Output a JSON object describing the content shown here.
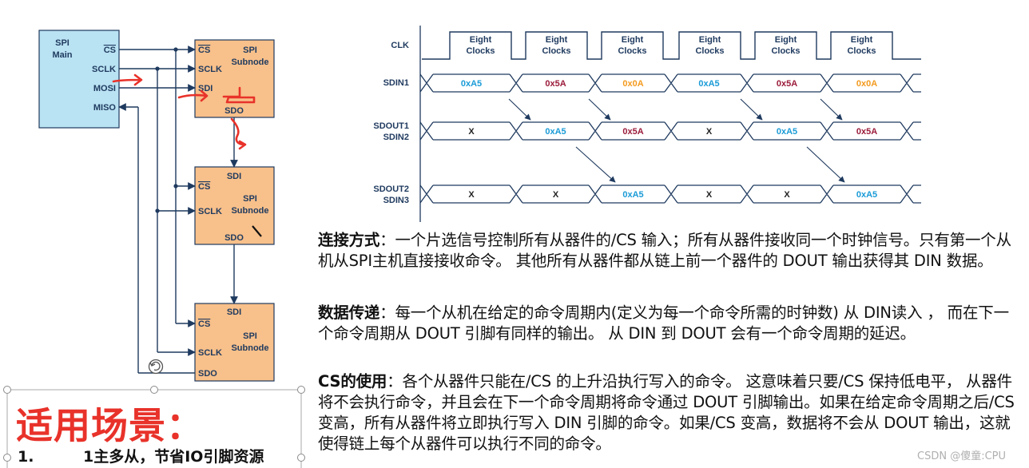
{
  "left_diagram": {
    "main": {
      "label_line1": "SPI",
      "label_line2": "Main",
      "cs": "CS",
      "sclk": "SCLK",
      "mosi": "MOSI",
      "miso": "MISO"
    },
    "subnode1": {
      "cs": "CS",
      "sclk": "SCLK",
      "sdi": "SDI",
      "sdo": "SDO",
      "label_line1": "SPI",
      "label_line2": "Subnode"
    },
    "subnode2": {
      "sdi": "SDI",
      "cs": "CS",
      "sclk": "SCLK",
      "sdo": "SDO",
      "label_line1": "SPI",
      "label_line2": "Subnode"
    },
    "subnode3": {
      "sdi": "SDI",
      "cs": "CS",
      "sclk": "SCLK",
      "sdo": "SDO",
      "label_line1": "SPI",
      "label_line2": "Subnode"
    }
  },
  "timing_diagram": {
    "clk_label": "CLK",
    "clock_pulse_line1": "Eight",
    "clock_pulse_line2": "Clocks",
    "sdin1_label": "SDIN1",
    "sdout1_label_line1": "SDOUT1",
    "sdout1_label_line2": "SDIN2",
    "sdout2_label_line1": "SDOUT2",
    "sdout2_label_line2": "SDIN3",
    "sdin1_values": [
      "0xA5",
      "0x5A",
      "0x0A",
      "0xA5",
      "0x5A",
      "0x0A"
    ],
    "sdout1_values": [
      "X",
      "0xA5",
      "0x5A",
      "X",
      "0xA5",
      "0x5A"
    ],
    "sdout2_values": [
      "X",
      "X",
      "0xA5",
      "X",
      "X",
      "0xA5"
    ],
    "colors": {
      "0xA5": "#1a9bd7",
      "0x5A": "#9b1b3a",
      "0x0A": "#f39a1e",
      "X": "#222222"
    }
  },
  "text": {
    "p1_head": "连接方式",
    "p1_body": "：一个片选信号控制所有从器件的/CS 输入；所有从器件接收同一个时钟信号。只有第一个从机从SPI主机直接接收命令。 其他所有从器件都从链上前一个器件的 DOUT 输出获得其 DIN 数据。",
    "p2_head": "数据传递",
    "p2_body": "：每一个从机在给定的命令周期内(定义为每一个命令所需的时钟数) 从 DIN读入 ， 而在下一个命令周期从 DOUT 引脚有同样的输出。 从 DIN 到 DOUT 会有一个命令周期的延迟。",
    "p3_head": "CS的使用",
    "p3_body": "：各个从器件只能在/CS 的上升沿执行写入的命令。 这意味着只要/CS 保持低电平， 从器件将不会执行命令，并且会在下一个命令周期将命令通过 DOUT 引脚输出。如果在给定命令周期之后/CS 变高，所有从器件将立即执行写入 DIN 引脚的命令。如果/CS 变高，数据将不会从 DOUT 输出，这就使得链上每个从器件可以执行不同的命令。"
  },
  "scene": {
    "title": "适用场景：",
    "item_num": "1.",
    "item_text": "1主多从，节省IO引脚资源"
  },
  "watermark": "CSDN @傻童:CPU"
}
